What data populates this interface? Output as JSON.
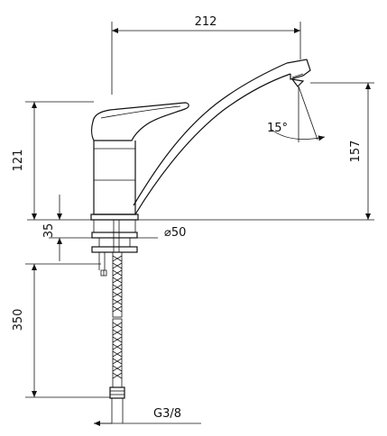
{
  "dimensions": {
    "spout_reach": "212",
    "body_height": "121",
    "spout_height": "157",
    "deck_thickness": "35",
    "hole_diameter": "⌀50",
    "hose_length": "350",
    "thread_size": "G3/8",
    "spout_angle": "15°"
  }
}
